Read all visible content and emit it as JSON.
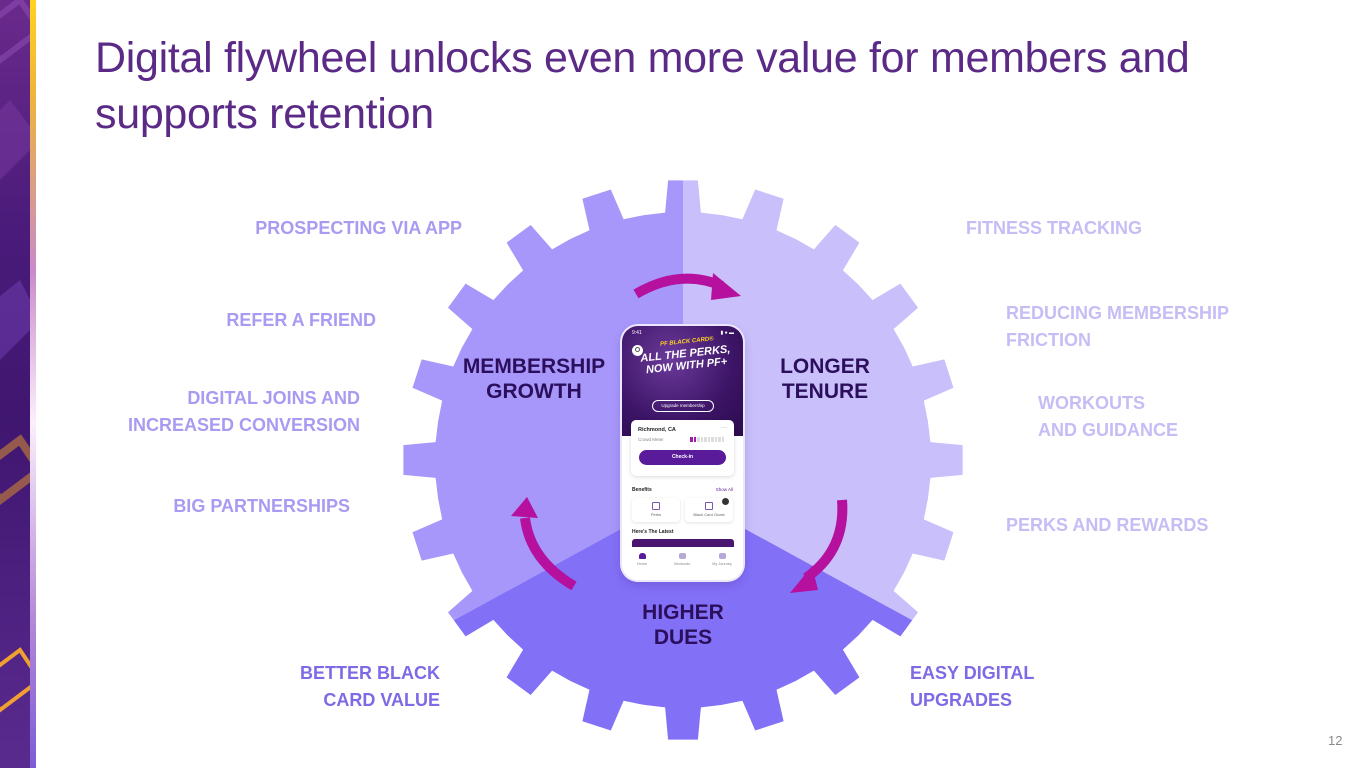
{
  "slide": {
    "title": "Digital flywheel unlocks even more value for members and supports retention",
    "page_number": "12"
  },
  "colors": {
    "title": "#5b2a86",
    "sector_growth": "#a797fa",
    "sector_tenure": "#c8bffb",
    "sector_dues": "#8270f7",
    "arrow": "#b5109e",
    "sector_text": "#2c0f5c",
    "label_left": "#a99af2",
    "label_right": "#c6bdf5",
    "label_bottom": "#7f6ae6"
  },
  "flywheel": {
    "sectors": [
      {
        "id": "growth",
        "label_line1": "MEMBERSHIP",
        "label_line2": "GROWTH"
      },
      {
        "id": "tenure",
        "label_line1": "LONGER",
        "label_line2": "TENURE"
      },
      {
        "id": "dues",
        "label_line1": "HIGHER",
        "label_line2": "DUES"
      }
    ],
    "arrows": [
      "growth-to-tenure",
      "tenure-to-dues",
      "dues-to-growth"
    ]
  },
  "left_labels": [
    {
      "line1": "PROSPECTING VIA APP"
    },
    {
      "line1": "REFER A FRIEND"
    },
    {
      "line1": "DIGITAL JOINS AND",
      "line2": "INCREASED CONVERSION"
    },
    {
      "line1": "BIG PARTNERSHIPS"
    }
  ],
  "right_labels": [
    {
      "line1": "FITNESS TRACKING"
    },
    {
      "line1": "REDUCING MEMBERSHIP",
      "line2": "FRICTION"
    },
    {
      "line1": "WORKOUTS",
      "line2": "AND GUIDANCE"
    },
    {
      "line1": "PERKS AND REWARDS"
    }
  ],
  "bottom_labels": [
    {
      "line1": "BETTER BLACK",
      "line2": "CARD VALUE"
    },
    {
      "line1": "EASY DIGITAL",
      "line2": "UPGRADES"
    }
  ],
  "phone": {
    "time": "9:41",
    "status_icons": "▮ ● ▬",
    "brand": "PF BLACK CARD®",
    "headline": "ALL THE PERKS, NOW WITH PF+",
    "upgrade_button": "Upgrade membership",
    "location": "Richmond, CA",
    "more": "···",
    "crowd_meter": "Crowd Meter",
    "crowd_level": 0.2,
    "checkin_button": "Check-in",
    "benefits_heading": "Benefits",
    "show_all": "Show All",
    "tiles": [
      "Perks",
      "Black Card Guest"
    ],
    "latest_heading": "Here's The Latest",
    "nav": [
      "Home",
      "Workouts",
      "My Journey"
    ]
  }
}
